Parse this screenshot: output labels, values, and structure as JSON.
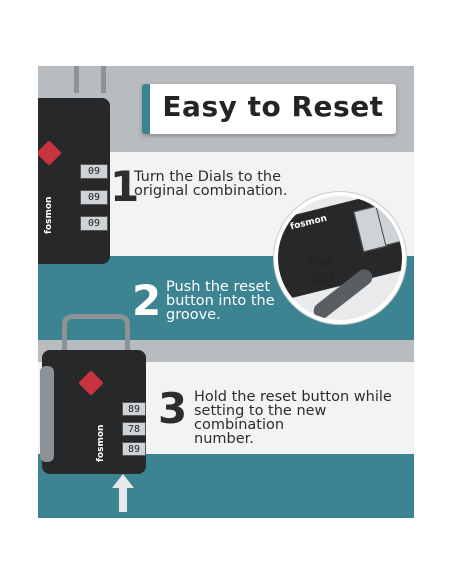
{
  "title": "Easy to Reset",
  "steps": [
    {
      "number": "1",
      "line1": "Turn the Dials to the",
      "line2": "original combination."
    },
    {
      "number": "2",
      "line1": "Push the reset",
      "line2": "button into the",
      "line3": "groove."
    },
    {
      "number": "3",
      "line1": "Hold the reset button while",
      "line2": "setting to the new combination",
      "line3": "number."
    }
  ],
  "lock": {
    "brand": "fosmon",
    "dial_digits": [
      "0",
      "9",
      "8",
      "7"
    ],
    "tsa_label": "TSA",
    "tsa_code": "007"
  },
  "colors": {
    "teal": "#3d8493",
    "light_band": "#f2f3f3",
    "grey": "#b9bcbf",
    "text_dark": "#2b2d2f",
    "text_white": "#ffffff"
  }
}
